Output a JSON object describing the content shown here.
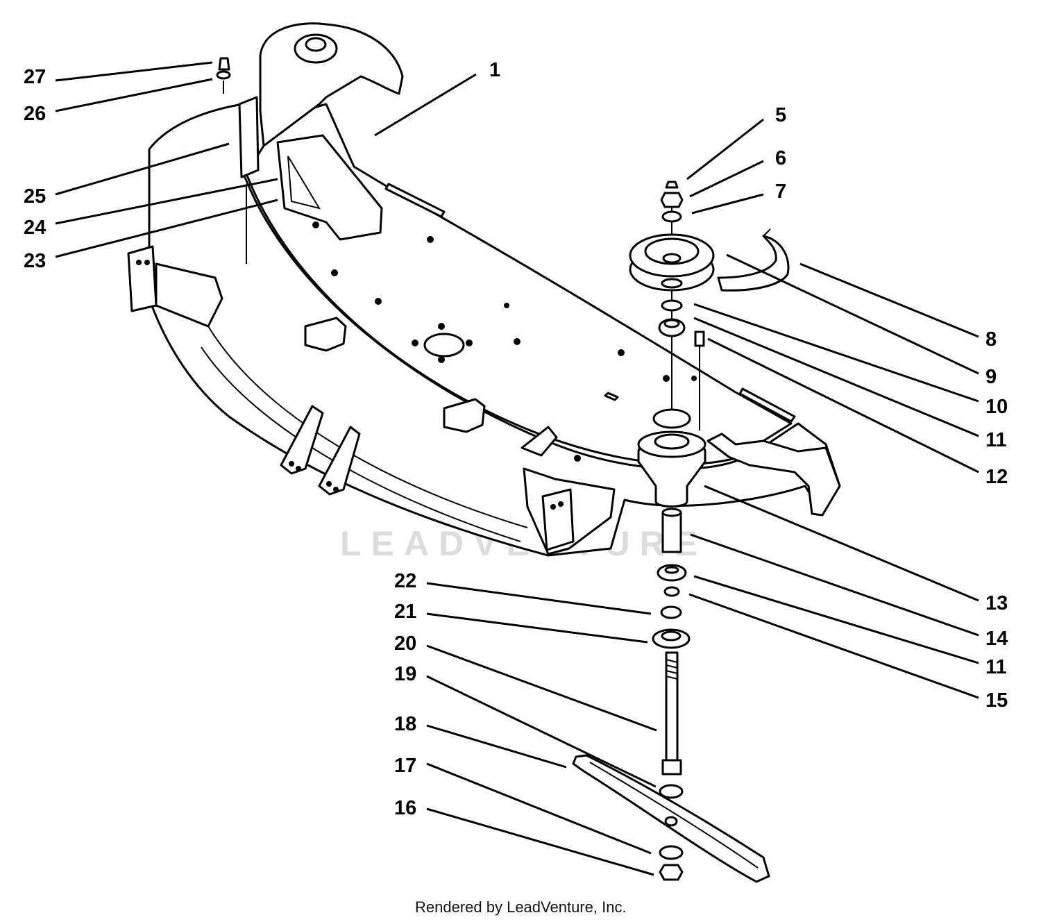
{
  "watermark": "LEADVENTURE",
  "footer": "Rendered by LeadVenture, Inc.",
  "callouts": {
    "c27": "27",
    "c26": "26",
    "c25": "25",
    "c24": "24",
    "c23": "23",
    "c1": "1",
    "c5": "5",
    "c6": "6",
    "c7": "7",
    "c8": "8",
    "c9": "9",
    "c10": "10",
    "c11a": "11",
    "c12": "12",
    "c13": "13",
    "c14": "14",
    "c11b": "11",
    "c15": "15",
    "c22": "22",
    "c21": "21",
    "c20": "20",
    "c19": "19",
    "c18": "18",
    "c17": "17",
    "c16": "16"
  }
}
